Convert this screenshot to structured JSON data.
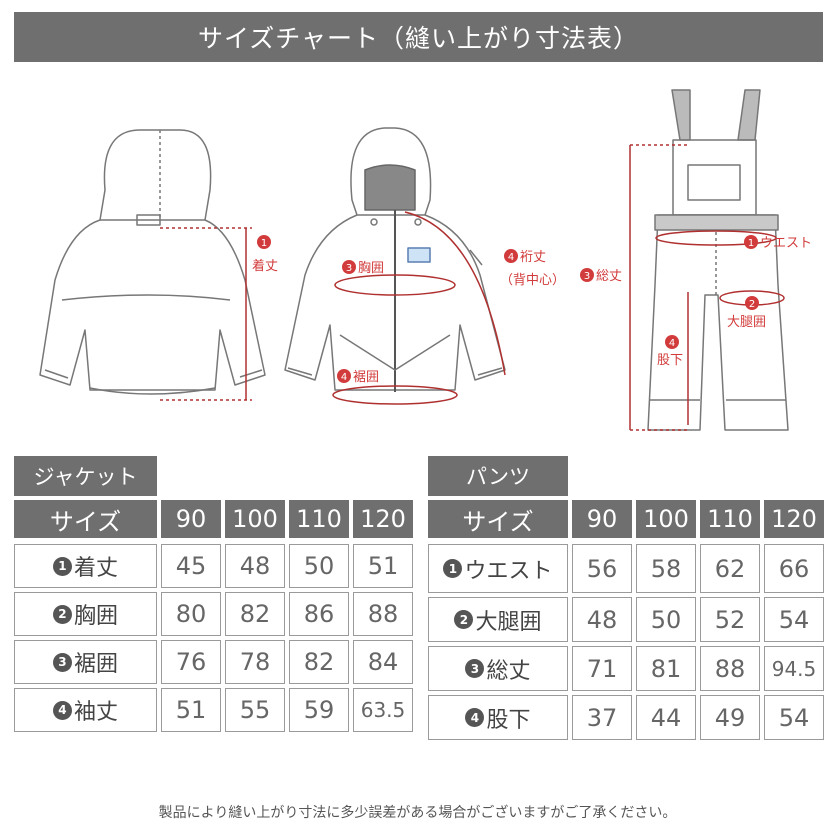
{
  "title": "サイズチャート（縫い上がり寸法表）",
  "diagram_labels": {
    "jacket_back": {
      "num": "1",
      "text": "着丈"
    },
    "jacket_front_chest": {
      "num": "3",
      "text": "胸囲"
    },
    "jacket_front_hem": {
      "num": "4",
      "text": "裾囲"
    },
    "jacket_sleeve": {
      "num": "4",
      "text": "裄丈",
      "sub": "（背中心）"
    },
    "pants_total": {
      "num": "3",
      "text": "総丈"
    },
    "pants_waist": {
      "num": "1",
      "text": "ウエスト"
    },
    "pants_thigh": {
      "num": "2",
      "text": "大腿囲"
    },
    "pants_inseam": {
      "num": "4",
      "text": "股下"
    }
  },
  "jacket_table": {
    "title": "ジャケット",
    "size_label": "サイズ",
    "sizes": [
      "90",
      "100",
      "110",
      "120"
    ],
    "rows": [
      {
        "num": "1",
        "label": "着丈",
        "values": [
          "45",
          "48",
          "50",
          "51"
        ]
      },
      {
        "num": "2",
        "label": "胸囲",
        "values": [
          "80",
          "82",
          "86",
          "88"
        ]
      },
      {
        "num": "3",
        "label": "裾囲",
        "values": [
          "76",
          "78",
          "82",
          "84"
        ]
      },
      {
        "num": "4",
        "label": "袖丈",
        "values": [
          "51",
          "55",
          "59",
          "63.5"
        ]
      }
    ]
  },
  "pants_table": {
    "title": "パンツ",
    "size_label": "サイズ",
    "sizes": [
      "90",
      "100",
      "110",
      "120"
    ],
    "rows": [
      {
        "num": "1",
        "label": "ウエスト",
        "values": [
          "56",
          "58",
          "62",
          "66"
        ]
      },
      {
        "num": "2",
        "label": "大腿囲",
        "values": [
          "48",
          "50",
          "52",
          "54"
        ]
      },
      {
        "num": "3",
        "label": "総丈",
        "values": [
          "71",
          "81",
          "88",
          "94.5"
        ]
      },
      {
        "num": "4",
        "label": "股下",
        "values": [
          "37",
          "44",
          "49",
          "54"
        ]
      }
    ]
  },
  "footnote": "製品により縫い上がり寸法に多少誤差がある場合がございますがご了承ください。"
}
